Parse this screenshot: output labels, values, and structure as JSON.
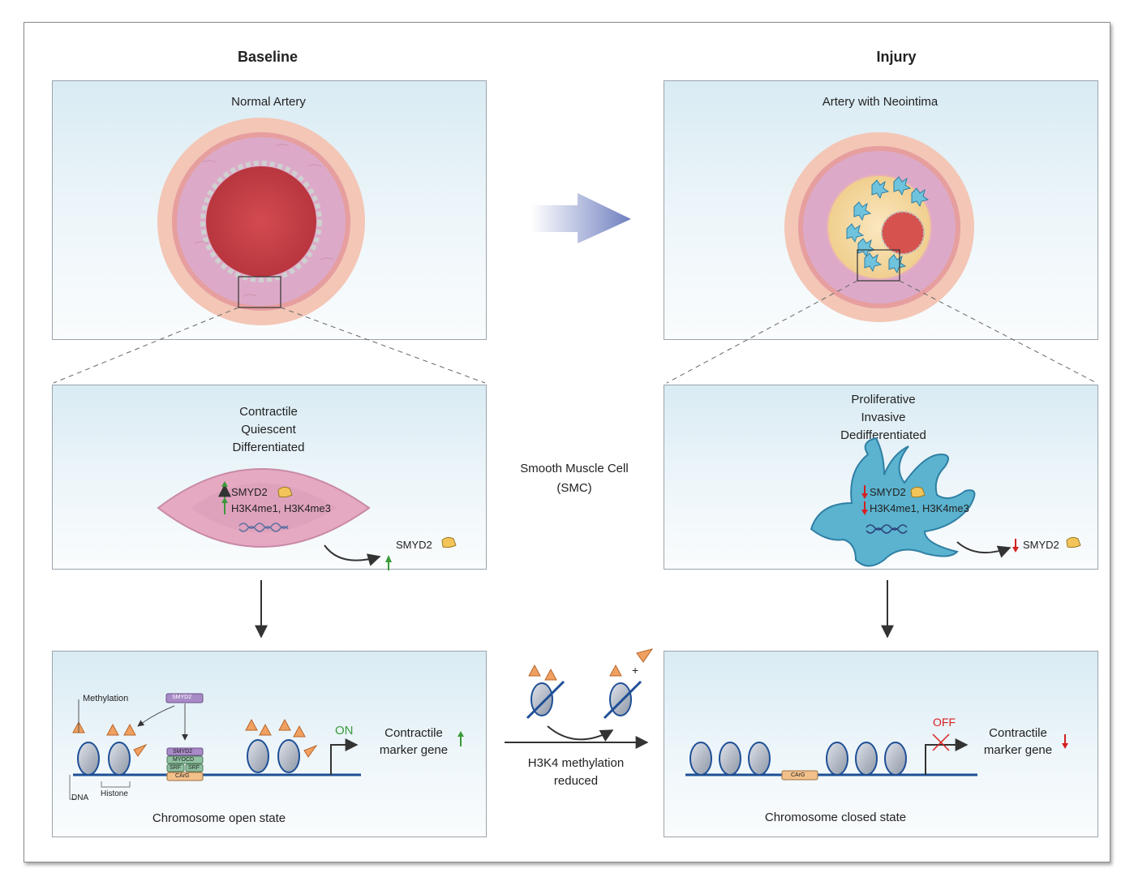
{
  "headings": {
    "left": "Baseline",
    "right": "Injury"
  },
  "baseline": {
    "artery_title": "Normal Artery",
    "smc_states": [
      "Contractile",
      "Quiescent",
      "Differentiated"
    ],
    "smyd2_label": "SMYD2",
    "histone_marks": "H3K4me1,  H3K4me3",
    "secreted_label": "SMYD2",
    "methylation_label": "Methylation",
    "complex_labels": [
      "SMYD2",
      "SMYD2",
      "MYOCD",
      "SRF",
      "SRF",
      "CArG"
    ],
    "dna_label": "DNA",
    "histone_label": "Histone",
    "on_label": "ON",
    "marker_gene": [
      "Contractile",
      "marker gene"
    ],
    "chromosome_state": "Chromosome open state"
  },
  "injury": {
    "artery_title": "Artery with Neointima",
    "smc_states": [
      "Proliferative",
      "Invasive",
      "Dedifferentiated"
    ],
    "smyd2_label": "SMYD2",
    "histone_marks": "H3K4me1,  H3K4me3",
    "secreted_label": "SMYD2",
    "carg_label": "CArG",
    "off_label": "OFF",
    "marker_gene": [
      "Contractile",
      "marker gene"
    ],
    "chromosome_state": "Chromosome closed state"
  },
  "middle": {
    "cell_label": [
      "Smooth Muscle Cell",
      "(SMC)"
    ],
    "plus_sign": "+",
    "methylation_change": [
      "H3K4 methylation",
      "reduced"
    ]
  },
  "colors": {
    "up_arrow": "#3a9a3a",
    "down_arrow": "#d62020",
    "on_text": "#3a9a3a",
    "off_text": "#d62020",
    "smyd2_protein": "#f2c45a",
    "methyl_triangle": "#f0a060",
    "dna": "#1e4f96",
    "smc_injury": "#5bb3cf",
    "smc_baseline": "#e6a9c2"
  }
}
